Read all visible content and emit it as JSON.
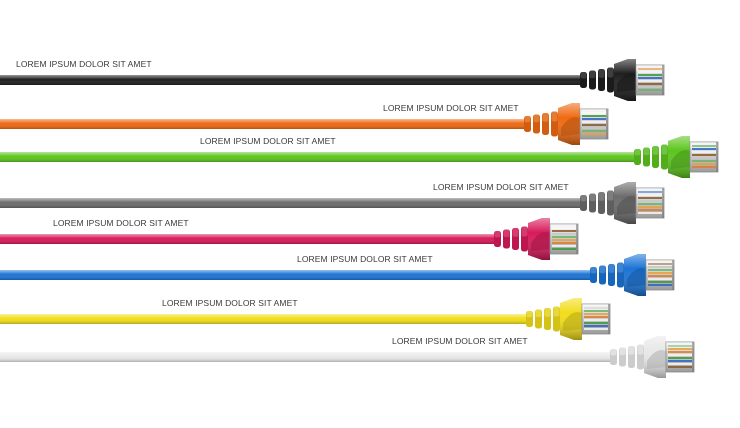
{
  "cables": [
    {
      "label": "LOREM IPSUM DOLOR SIT AMET",
      "color": "#1f1f1f",
      "name": "black"
    },
    {
      "label": "LOREM IPSUM DOLOR SIT AMET",
      "color": "#ef6a12",
      "name": "orange"
    },
    {
      "label": "LOREM IPSUM DOLOR SIT AMET",
      "color": "#5cc51e",
      "name": "green"
    },
    {
      "label": "LOREM IPSUM DOLOR SIT AMET",
      "color": "#6c6c6c",
      "name": "gray"
    },
    {
      "label": "LOREM IPSUM DOLOR SIT AMET",
      "color": "#d81a5a",
      "name": "pink"
    },
    {
      "label": "LOREM IPSUM DOLOR SIT AMET",
      "color": "#1b74d6",
      "name": "blue"
    },
    {
      "label": "LOREM IPSUM DOLOR SIT AMET",
      "color": "#f2dd1a",
      "name": "yellow"
    },
    {
      "label": "LOREM IPSUM DOLOR SIT AMET",
      "color": "#e8e8e8",
      "name": "white"
    }
  ]
}
